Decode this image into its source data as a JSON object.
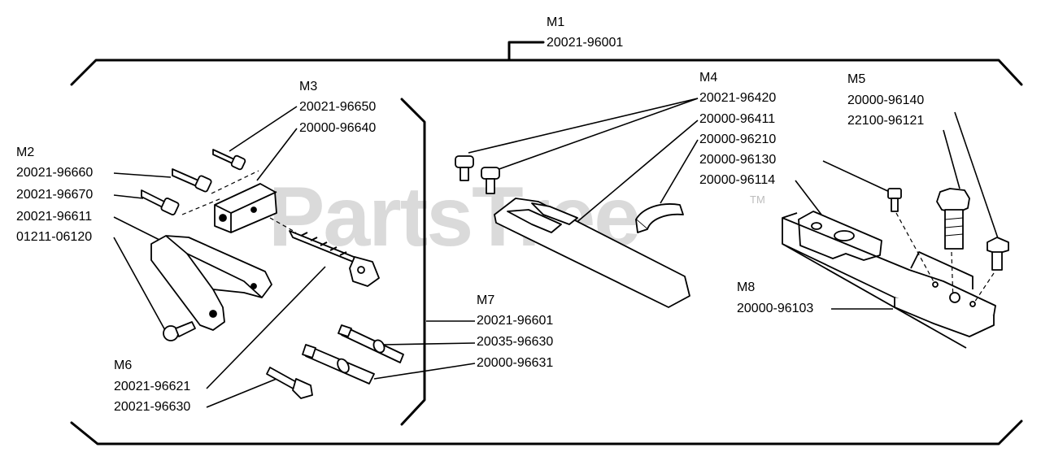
{
  "watermark": {
    "text": "PartsTree",
    "trademark": "TM"
  },
  "groups": [
    {
      "id": "M1",
      "label": "M1",
      "parts": [
        "20021-96001"
      ]
    },
    {
      "id": "M2",
      "label": "M2",
      "parts": [
        "20021-96660",
        "20021-96670",
        "20021-96611",
        "01211-06120"
      ]
    },
    {
      "id": "M3",
      "label": "M3",
      "parts": [
        "20021-96650",
        "20000-96640"
      ]
    },
    {
      "id": "M4",
      "label": "M4",
      "parts": [
        "20021-96420",
        "20000-96411",
        "20000-96210",
        "20000-96130",
        "20000-96114"
      ]
    },
    {
      "id": "M5",
      "label": "M5",
      "parts": [
        "20000-96140",
        "22100-96121"
      ]
    },
    {
      "id": "M6",
      "label": "M6",
      "parts": [
        "20021-96621",
        "20021-96630"
      ]
    },
    {
      "id": "M7",
      "label": "M7",
      "parts": [
        "20021-96601",
        "20035-96630",
        "20000-96631"
      ]
    },
    {
      "id": "M8",
      "label": "M8",
      "parts": [
        "20000-96103"
      ]
    }
  ]
}
